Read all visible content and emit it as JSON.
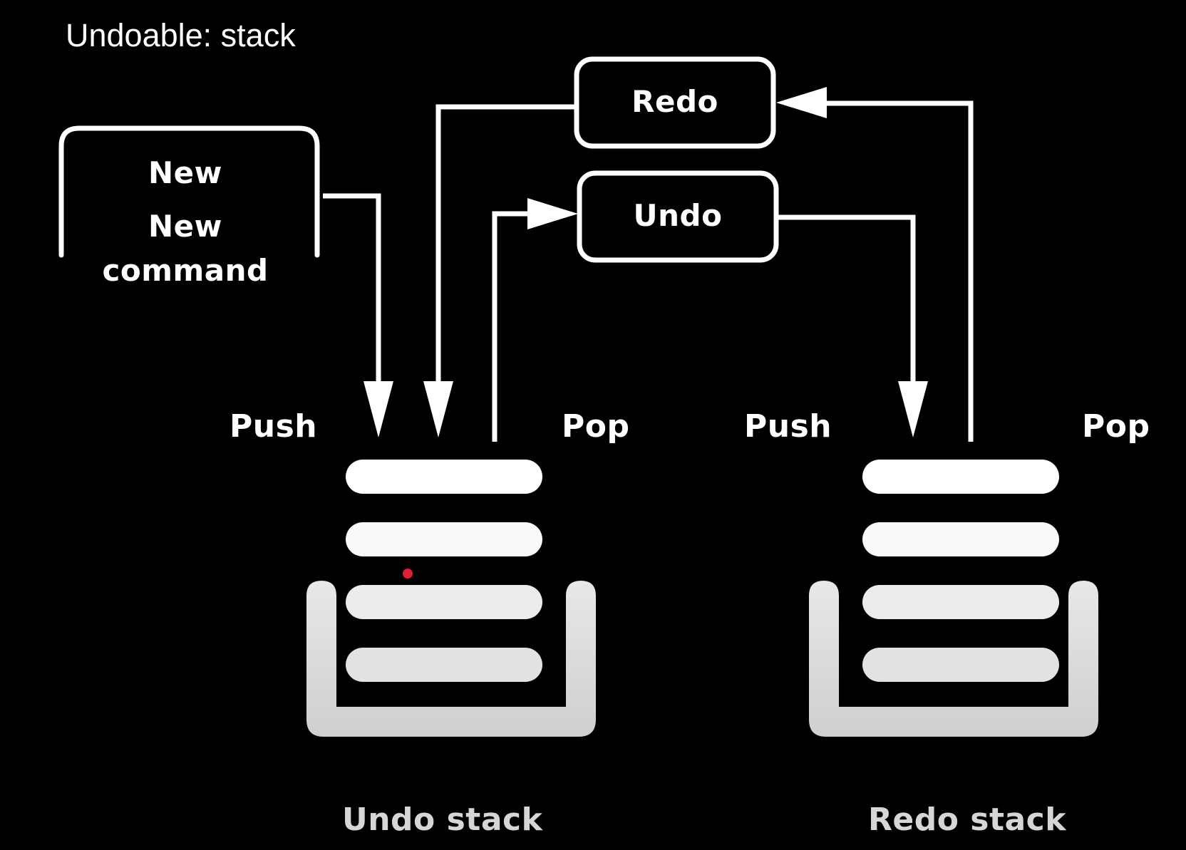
{
  "title": "Undoable: stack",
  "new_command": {
    "line1": "New",
    "line2": "New",
    "line3": "command"
  },
  "redo_label": "Redo",
  "undo_label": "Undo",
  "undo_stack": {
    "push_label": "Push",
    "pop_label": "Pop",
    "caption": "Undo stack"
  },
  "redo_stack": {
    "push_label": "Push",
    "pop_label": "Pop",
    "caption": "Redo stack"
  },
  "colors": {
    "background": "#000000",
    "stroke": "#ffffff",
    "stack_fill": "#e6e6e6",
    "pointer_dot": "#e01e3a"
  }
}
